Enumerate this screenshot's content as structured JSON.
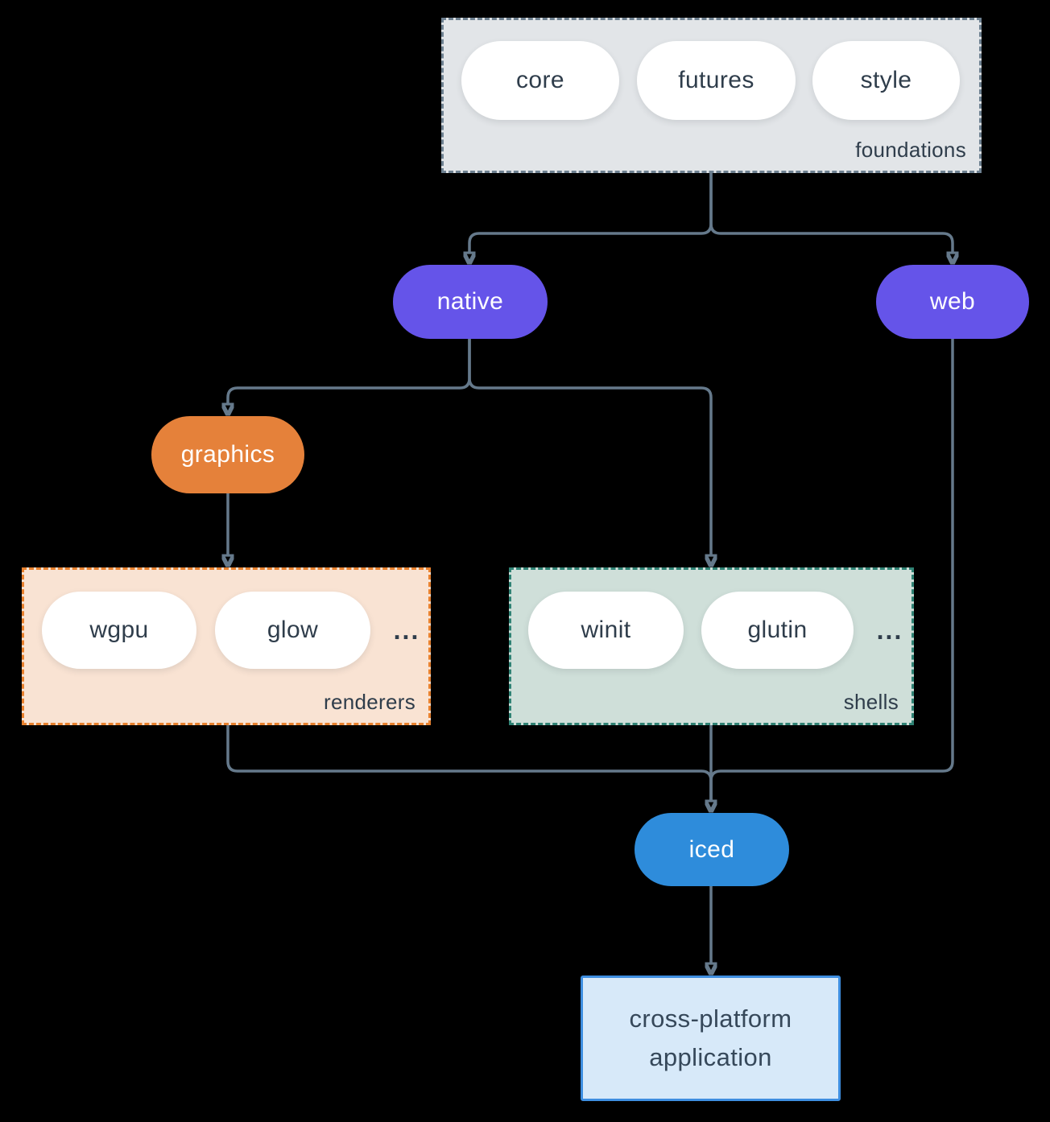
{
  "diagram": {
    "foundations": {
      "label": "foundations",
      "pills": [
        "core",
        "futures",
        "style"
      ]
    },
    "native": {
      "label": "native"
    },
    "web": {
      "label": "web"
    },
    "graphics": {
      "label": "graphics"
    },
    "renderers": {
      "label": "renderers",
      "pills": [
        "wgpu",
        "glow"
      ],
      "more": "..."
    },
    "shells": {
      "label": "shells",
      "pills": [
        "winit",
        "glutin"
      ],
      "more": "..."
    },
    "iced": {
      "label": "iced"
    },
    "application": {
      "lines": [
        "cross-platform",
        "application"
      ]
    },
    "colors": {
      "background": "#000000",
      "connector": "#65798b",
      "node_purple": "#6554e9",
      "node_orange": "#e5813a",
      "node_blue": "#2e8cdb",
      "pill_fill": "#ffffff",
      "pill_text": "#2f3d4b",
      "foundations_fill": "#e2e5e8",
      "foundations_border": "#6e8191",
      "renderers_fill": "#f9e3d3",
      "renderers_border": "#e8812e",
      "shells_fill": "#cfdfd9",
      "shells_border": "#2f8274",
      "application_fill": "#d7e9f9",
      "application_border": "#3e8ee0"
    }
  }
}
